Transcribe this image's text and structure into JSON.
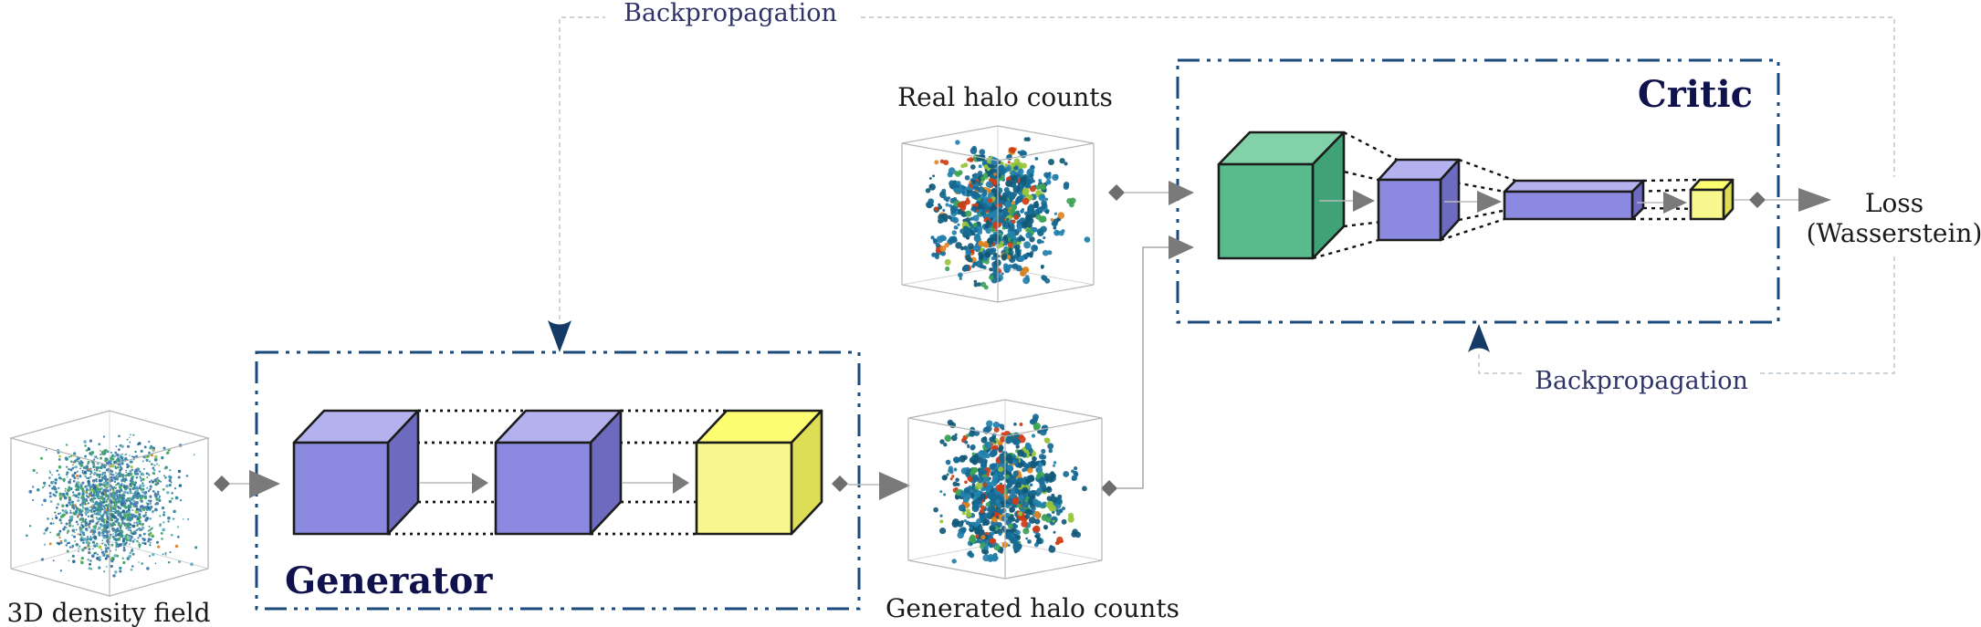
{
  "title": "GAN halo-painting architecture diagram",
  "labels": {
    "backprop_top": "Backpropagation",
    "backprop_bottom": "Backpropagation",
    "generator": "Generator",
    "critic": "Critic",
    "density_field": "3D density field",
    "real_halos": "Real halo counts",
    "generated_halos": "Generated halo counts",
    "loss_line1": "Loss",
    "loss_line2": "(Wasserstein)"
  },
  "colors": {
    "border_navy": "#1a4a7c",
    "label_navy": "#10124e",
    "backprop_text": "#2f3468",
    "backprop_line": "#b9c4cd",
    "arrow_gray": "#7a7a7a",
    "diamond_gray": "#6e6e6e",
    "connector_gray": "#b9b9b9",
    "navy_arrow": "#153a66",
    "cube_outline": "#1c1c1c",
    "purple": {
      "front": "#8b89e0",
      "top": "#b3b1ee",
      "side": "#6c6bbf"
    },
    "yellow": {
      "front": "#f8f88f",
      "top": "#fdfd71",
      "side": "#dede55"
    },
    "green": {
      "front": "#5abb8d",
      "top": "#83d1a9",
      "side": "#3fa377"
    },
    "wireframe": "#b4b4b4",
    "density_palette": [
      [
        "#3b8fa6",
        30
      ],
      [
        "#4a7fb0",
        24
      ],
      [
        "#6fb3c9",
        14
      ],
      [
        "#4ca86c",
        18
      ],
      [
        "#2b6a94",
        8
      ],
      [
        "#a8c93f",
        3
      ],
      [
        "#d98a35",
        3
      ]
    ],
    "halo_palette": [
      [
        "#176a94",
        33
      ],
      [
        "#115979",
        24
      ],
      [
        "#2280ad",
        20
      ],
      [
        "#3da356",
        7
      ],
      [
        "#96c43a",
        5
      ],
      [
        "#e08522",
        5
      ],
      [
        "#cf3d17",
        6
      ]
    ]
  }
}
